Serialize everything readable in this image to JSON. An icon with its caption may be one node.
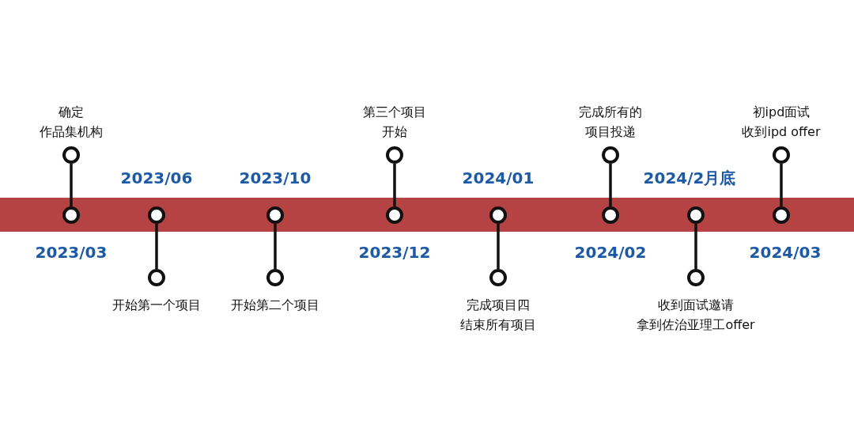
{
  "diagram": {
    "nodes": [
      {
        "text": [],
        "shape": "bar"
      },
      {
        "text": [],
        "shape": "circle",
        "in": 0,
        "beside": [
          "2023/03"
        ]
      },
      {
        "text": [],
        "shape": "circle",
        "beside": [
          "确定",
          "作品集机构"
        ]
      },
      {
        "text": [],
        "shape": "circle",
        "in": 0,
        "beside": [
          "2023/06"
        ]
      },
      {
        "text": [],
        "shape": "circle",
        "beside": [
          "开始第一个项目"
        ]
      },
      {
        "text": [],
        "shape": "circle",
        "in": 0,
        "beside": [
          "2023/10"
        ]
      },
      {
        "text": [],
        "shape": "circle",
        "beside": [
          "开始第二个项目"
        ]
      },
      {
        "text": [],
        "shape": "circle",
        "in": 0,
        "beside": [
          "2023/12"
        ]
      },
      {
        "text": [],
        "shape": "circle",
        "beside": [
          "第三个项目",
          "开始"
        ]
      },
      {
        "text": [],
        "shape": "circle",
        "in": 0,
        "beside": [
          "2024/01"
        ]
      },
      {
        "text": [],
        "shape": "circle",
        "beside": [
          "完成项目四",
          "结束所有项目"
        ]
      },
      {
        "text": [],
        "shape": "circle",
        "in": 0,
        "beside": [
          "2024/02"
        ]
      },
      {
        "text": [],
        "shape": "circle",
        "beside": [
          "完成所有的",
          "项目投递"
        ]
      },
      {
        "text": [],
        "shape": "circle",
        "in": 0,
        "beside": [
          "2024/2月底"
        ]
      },
      {
        "text": [],
        "shape": "circle",
        "beside": [
          "收到面试邀请",
          "拿到佐治亚理工offer"
        ]
      },
      {
        "text": [],
        "shape": "circle",
        "in": 0,
        "beside": [
          "2024/03"
        ]
      },
      {
        "text": [],
        "shape": "circle",
        "beside": [
          "初ipd面试",
          "收到ipd offer"
        ]
      }
    ],
    "edges": [
      {
        "from": 1,
        "to": 2,
        "arrow": "none"
      },
      {
        "from": 3,
        "to": 4,
        "arrow": "none"
      },
      {
        "from": 5,
        "to": 6,
        "arrow": "none"
      },
      {
        "from": 7,
        "to": 8,
        "arrow": "none"
      },
      {
        "from": 9,
        "to": 10,
        "arrow": "none"
      },
      {
        "from": 11,
        "to": 12,
        "arrow": "none"
      },
      {
        "from": 13,
        "to": 14,
        "arrow": "none"
      },
      {
        "from": 15,
        "to": 16,
        "arrow": "none"
      }
    ]
  }
}
